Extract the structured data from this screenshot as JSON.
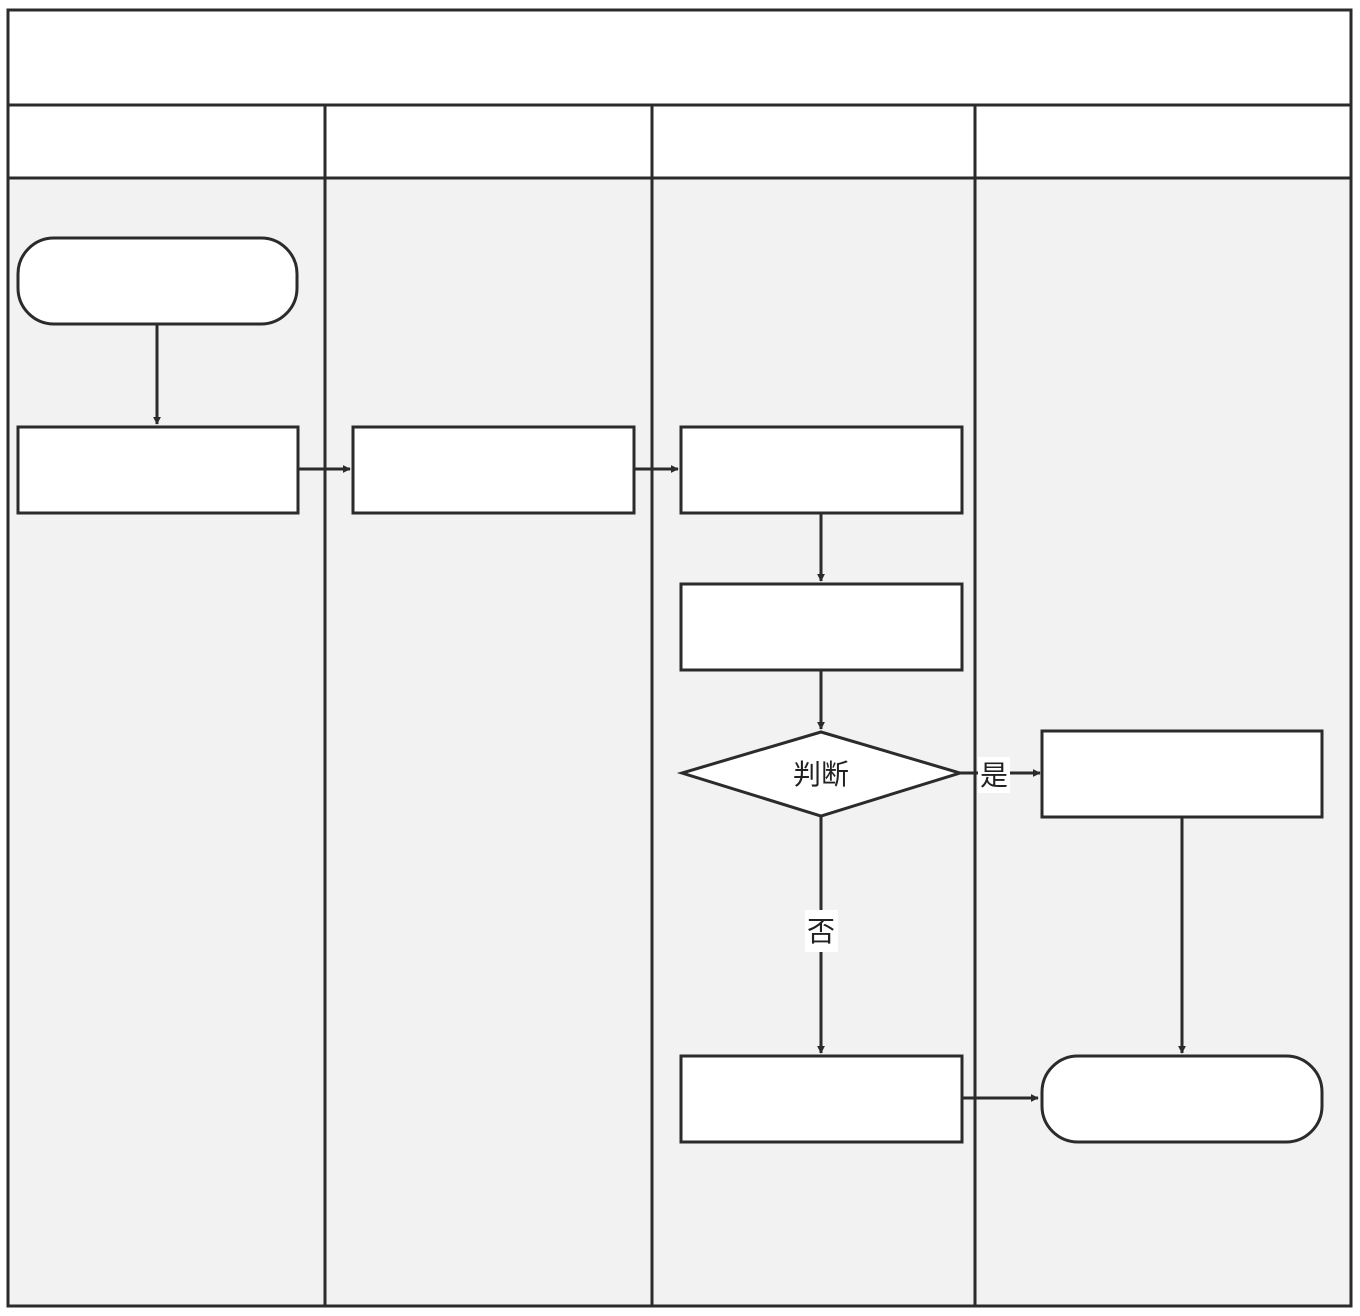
{
  "title": "",
  "lanes": [
    {
      "id": "lane-1",
      "header": ""
    },
    {
      "id": "lane-2",
      "header": ""
    },
    {
      "id": "lane-3",
      "header": ""
    },
    {
      "id": "lane-4",
      "header": ""
    }
  ],
  "nodes": [
    {
      "id": "start",
      "shape": "terminator",
      "lane": 1,
      "text": ""
    },
    {
      "id": "step-1",
      "shape": "process",
      "lane": 1,
      "text": ""
    },
    {
      "id": "step-2",
      "shape": "process",
      "lane": 2,
      "text": ""
    },
    {
      "id": "step-3",
      "shape": "process",
      "lane": 3,
      "text": ""
    },
    {
      "id": "step-4",
      "shape": "process",
      "lane": 3,
      "text": ""
    },
    {
      "id": "decision",
      "shape": "decision",
      "lane": 3,
      "text": "判断"
    },
    {
      "id": "step-yes",
      "shape": "process",
      "lane": 4,
      "text": ""
    },
    {
      "id": "step-no",
      "shape": "process",
      "lane": 3,
      "text": ""
    },
    {
      "id": "end",
      "shape": "terminator",
      "lane": 4,
      "text": ""
    }
  ],
  "edges": [
    {
      "from": "start",
      "to": "step-1",
      "label": ""
    },
    {
      "from": "step-1",
      "to": "step-2",
      "label": ""
    },
    {
      "from": "step-2",
      "to": "step-3",
      "label": ""
    },
    {
      "from": "step-3",
      "to": "step-4",
      "label": ""
    },
    {
      "from": "step-4",
      "to": "decision",
      "label": ""
    },
    {
      "from": "decision",
      "to": "step-yes",
      "label": "是"
    },
    {
      "from": "decision",
      "to": "step-no",
      "label": "否"
    },
    {
      "from": "step-yes",
      "to": "end",
      "label": ""
    },
    {
      "from": "step-no",
      "to": "end",
      "label": ""
    }
  ],
  "colors": {
    "lane_fill": "#f2f2f2",
    "shape_fill": "#ffffff",
    "stroke": "#2b2b2b",
    "text": "#222222"
  }
}
